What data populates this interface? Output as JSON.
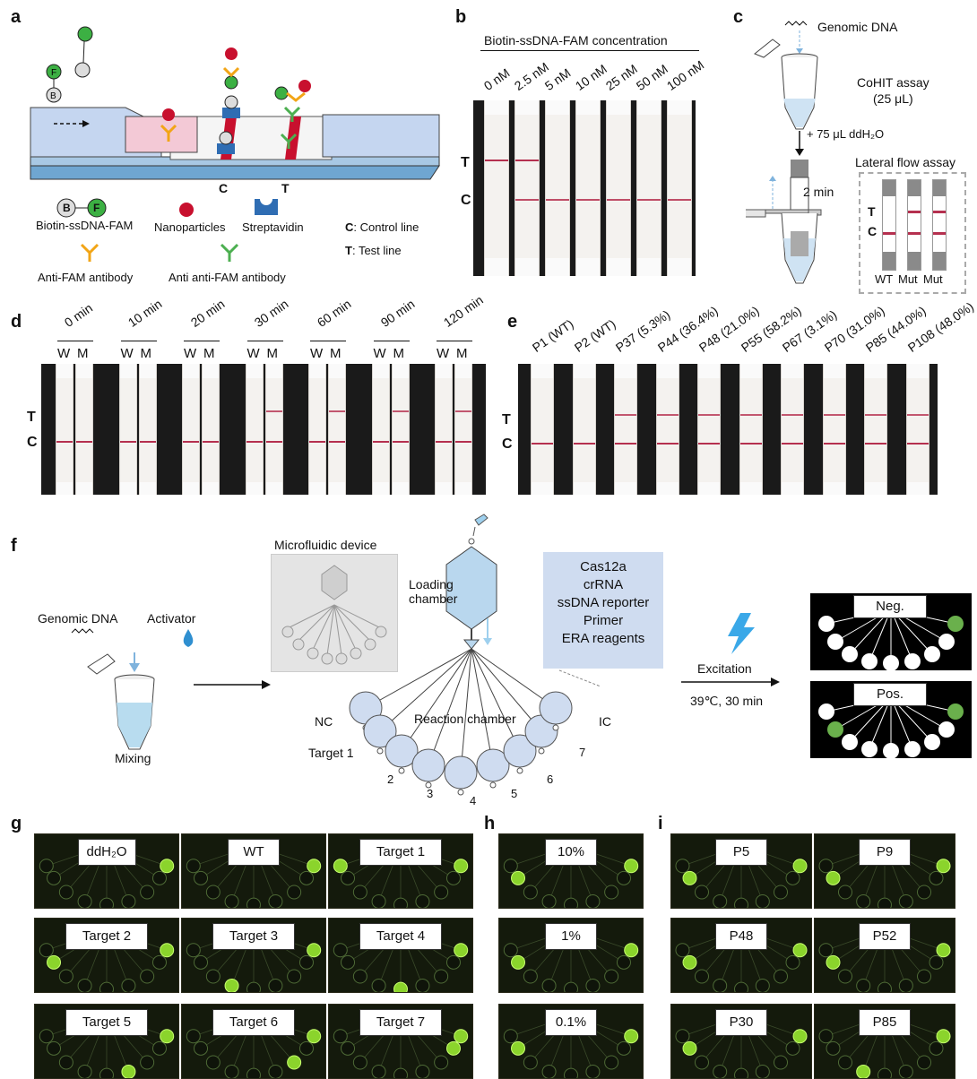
{
  "panels": {
    "a": {
      "label": "a",
      "line_C": "C",
      "line_T": "T",
      "legend": {
        "biotin_ssdna_fam": "Biotin-ssDNA-FAM",
        "b_glyph": "B",
        "f_glyph": "F",
        "nanoparticles": "Nanoparticles",
        "streptavidin": "Streptavidin",
        "control_line_key": "C",
        "control_line_desc": ": Control line",
        "test_line_key": "T",
        "test_line_desc": ": Test line",
        "anti_fam": "Anti-FAM antibody",
        "anti_anti_fam": "Anti anti-FAM antibody"
      }
    },
    "b": {
      "label": "b",
      "title": "Biotin-ssDNA-FAM concentration",
      "concentrations": [
        "0 nM",
        "2.5 nM",
        "5 nM",
        "10 nM",
        "25 nM",
        "50 nM",
        "100 nM"
      ],
      "test_line_visible": [
        true,
        true,
        false,
        false,
        false,
        false,
        false
      ],
      "control_line_visible": [
        false,
        true,
        true,
        true,
        true,
        true,
        true
      ],
      "T": "T",
      "C": "C"
    },
    "c": {
      "label": "c",
      "genomic_dna": "Genomic DNA",
      "cohit_title": "CoHIT assay",
      "cohit_volume": "(25 μL)",
      "add_water": "+ 75 μL ddH₂O",
      "time": "2 min",
      "lfa_title": "Lateral flow assay",
      "T": "T",
      "C": "C",
      "strip_labels": [
        "WT",
        "Mut",
        "Mut"
      ]
    },
    "d": {
      "label": "d",
      "times": [
        "0 min",
        "10 min",
        "20 min",
        "30 min",
        "60 min",
        "90 min",
        "120 min"
      ],
      "lane_w": "W",
      "lane_m": "M",
      "T": "T",
      "C": "C",
      "m_test_visible": [
        false,
        false,
        false,
        true,
        true,
        true,
        true
      ]
    },
    "e": {
      "label": "e",
      "samples": [
        "P1 (WT)",
        "P2 (WT)",
        "P37 (5.3%)",
        "P44 (36.4%)",
        "P48 (21.0%)",
        "P55 (58.2%)",
        "P67 (3.1%)",
        "P70 (31.0%)",
        "P85 (44.0%)",
        "P108 (48.0%)"
      ],
      "test_visible": [
        false,
        false,
        true,
        true,
        true,
        true,
        true,
        true,
        true,
        true
      ],
      "T": "T",
      "C": "C"
    },
    "f": {
      "label": "f",
      "genomic_dna": "Genomic DNA",
      "activator": "Activator",
      "mixing": "Mixing",
      "microfluidic_device": "Microfluidic device",
      "loading_chamber": "Loading chamber",
      "reaction_chamber": "Reaction chamber",
      "nc": "NC",
      "ic": "IC",
      "target1": "Target 1",
      "chamber_numbers": [
        "2",
        "3",
        "4",
        "5",
        "6",
        "7"
      ],
      "reagents": [
        "Cas12a",
        "crRNA",
        "ssDNA reporter",
        "Primer",
        "ERA reagents"
      ],
      "excitation": "Excitation",
      "conditions": "39℃, 30 min",
      "neg": "Neg.",
      "pos": "Pos."
    },
    "g": {
      "label": "g",
      "tiles": [
        "ddH₂O",
        "WT",
        "Target 1",
        "Target 2",
        "Target 3",
        "Target 4",
        "Target 5",
        "Target 6",
        "Target 7"
      ]
    },
    "h": {
      "label": "h",
      "tiles": [
        "10%",
        "1%",
        "0.1%"
      ]
    },
    "i": {
      "label": "i",
      "tiles": [
        "P5",
        "P9",
        "P48",
        "P52",
        "P30",
        "P85"
      ]
    }
  },
  "colors": {
    "test_line": "#b5304f",
    "fluorescence_on": "#8bd42c",
    "strip_blue": "#c9d8ee",
    "strip_pink": "#f3c9d6",
    "nanoparticle_red": "#c8102e",
    "antibody_orange": "#f2a516",
    "antibody_green": "#4caf50",
    "chamber_blue": "#cfdcf0",
    "lightning_blue": "#3aa8e8"
  }
}
